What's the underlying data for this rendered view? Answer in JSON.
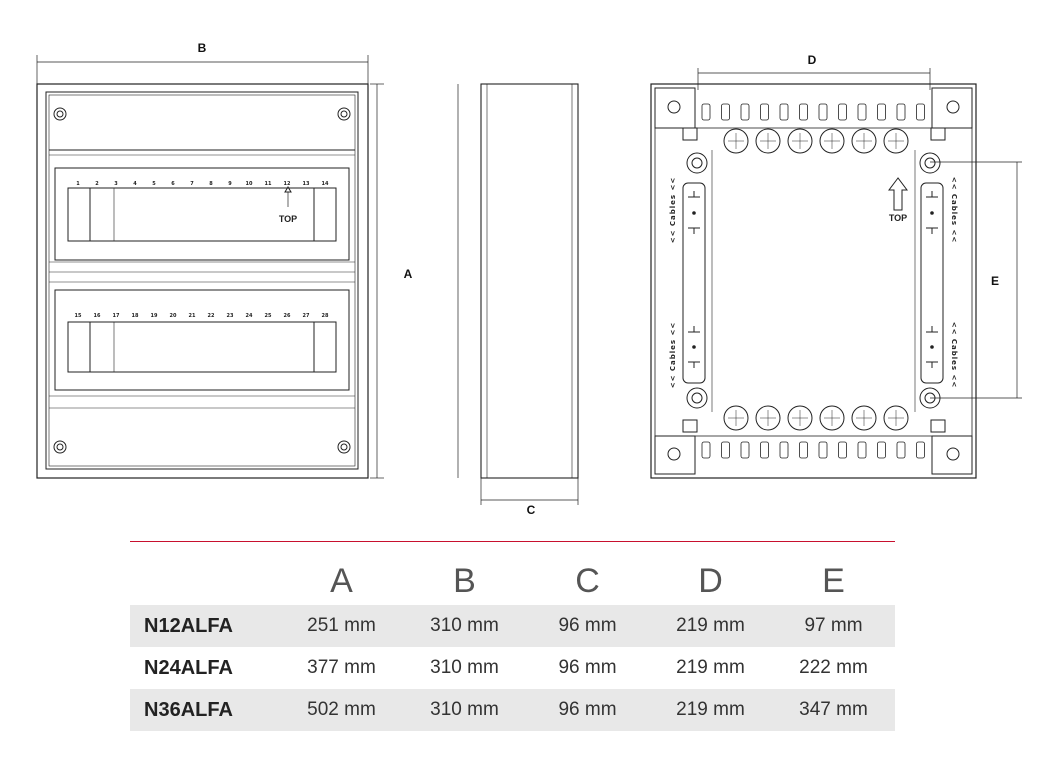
{
  "dimension_labels": {
    "a": "A",
    "b": "B",
    "c": "C",
    "d": "D",
    "e": "E"
  },
  "front_view": {
    "top_row_numbers": [
      "1",
      "2",
      "3",
      "4",
      "5",
      "6",
      "7",
      "8",
      "9",
      "10",
      "11",
      "12",
      "13",
      "14"
    ],
    "bottom_row_numbers": [
      "15",
      "16",
      "17",
      "18",
      "19",
      "20",
      "21",
      "22",
      "23",
      "24",
      "25",
      "26",
      "27",
      "28"
    ],
    "top_marker": "TOP"
  },
  "back_view": {
    "top_marker": "TOP",
    "cable_label": "<< Cables <<"
  },
  "spec_table": {
    "columns": [
      "",
      "A",
      "B",
      "C",
      "D",
      "E"
    ],
    "rows": [
      {
        "model": "N12ALFA",
        "a": "251 mm",
        "b": "310 mm",
        "c": "96 mm",
        "d": "219 mm",
        "e": "97 mm"
      },
      {
        "model": "N24ALFA",
        "a": "377 mm",
        "b": "310 mm",
        "c": "96 mm",
        "d": "219 mm",
        "e": "222 mm"
      },
      {
        "model": "N36ALFA",
        "a": "502 mm",
        "b": "310 mm",
        "c": "96 mm",
        "d": "219 mm",
        "e": "347 mm"
      }
    ]
  },
  "colors": {
    "accent_line": "#c8102e",
    "row_shade": "#e8e8e8",
    "stroke": "#222222"
  }
}
